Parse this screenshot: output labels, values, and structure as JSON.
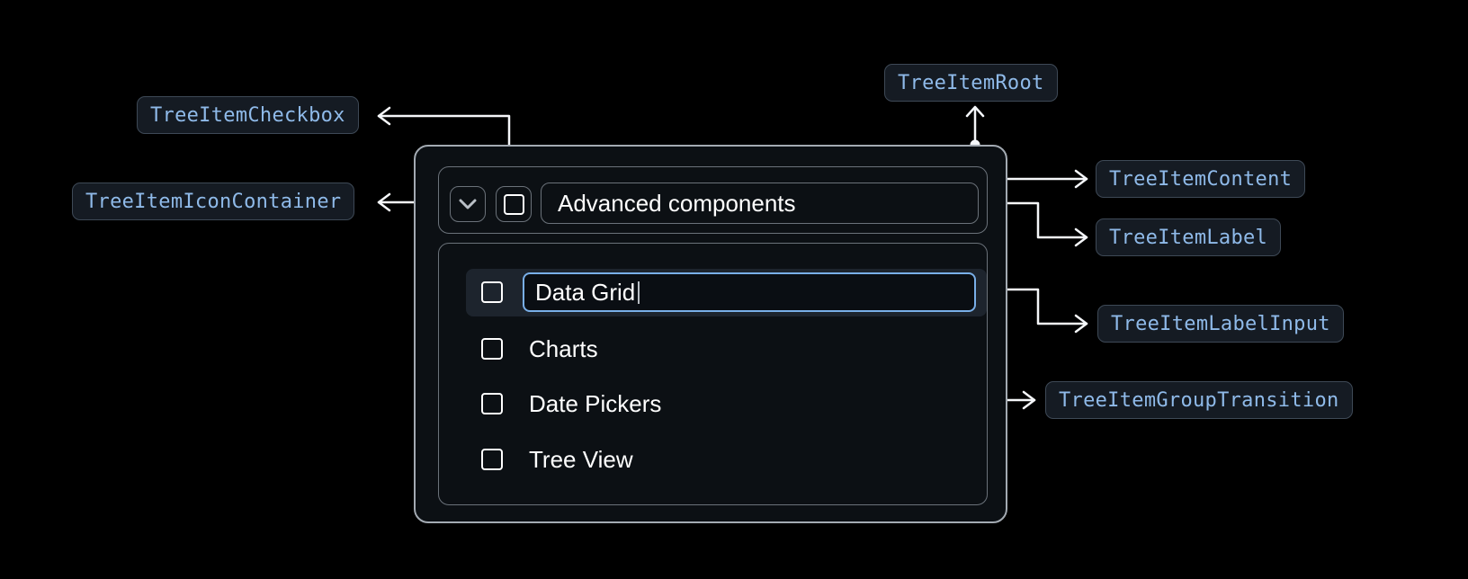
{
  "anatomy": {
    "checkbox": "TreeItemCheckbox",
    "icon_container": "TreeItemIconContainer",
    "root": "TreeItemRoot",
    "content": "TreeItemContent",
    "label": "TreeItemLabel",
    "label_input": "TreeItemLabelInput",
    "group_transition": "TreeItemGroupTransition"
  },
  "tree": {
    "parent": {
      "label": "Advanced components",
      "expanded": true,
      "checked": false,
      "expand_icon": "chevron-down-icon",
      "checkbox_icon": "checkbox-unchecked-icon"
    },
    "children": [
      {
        "label": "Data Grid",
        "state": "editing",
        "checked": false
      },
      {
        "label": "Charts",
        "checked": false
      },
      {
        "label": "Date Pickers",
        "checked": false
      },
      {
        "label": "Tree View",
        "checked": false
      }
    ]
  },
  "colors": {
    "background": "#000000",
    "chip_text": "#8fbae9",
    "chip_background": "#151b23",
    "chip_border": "#3e4956",
    "input_accent_border": "#79afe8",
    "connector": "#f5f7fa",
    "root_border": "#a3aab2",
    "inner_border": "#6b727a",
    "row_highlight": "#1d242d",
    "text": "#ffffff"
  }
}
